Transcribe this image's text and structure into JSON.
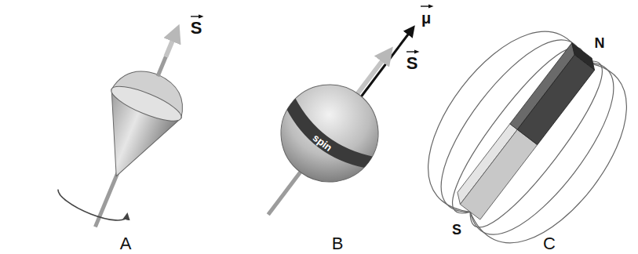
{
  "diagram": {
    "labels": [
      "S",
      "μ",
      "S",
      "spin",
      "N",
      "S",
      "A",
      "B",
      "C"
    ]
  }
}
